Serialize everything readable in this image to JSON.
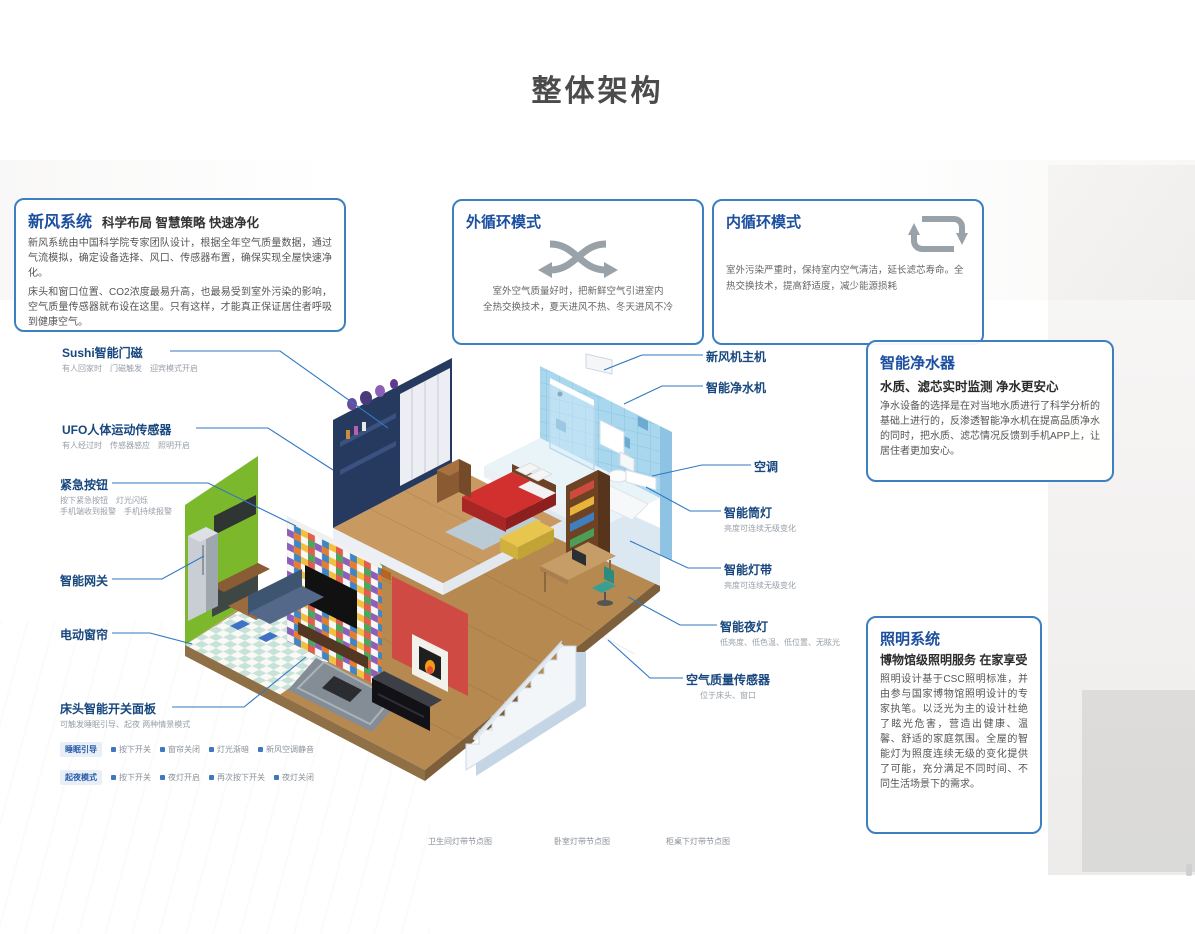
{
  "page": {
    "title": "整体架构"
  },
  "colors": {
    "accent": "#2f78c2",
    "box_border": "#3d7fc1",
    "title_blue": "#1c4fa0",
    "label_blue": "#17477e"
  },
  "icons": {
    "outer_loop_icon": "exchange-arrows",
    "inner_loop_icon": "cycle-arrows"
  },
  "boxes": {
    "fresh_air": {
      "title": "新风系统",
      "subtitle": "科学布局 智慧策略 快速净化",
      "para1": "新风系统由中国科学院专家团队设计，根据全年空气质量数据，通过气流模拟，确定设备选择、风口、传感器布置，确保实现全屋快速净化。",
      "para2": "床头和窗口位置、CO2浓度最易升高，也最易受到室外污染的影响，空气质量传感器就布设在这里。只有这样，才能真正保证居住者呼吸到健康空气。"
    },
    "outer_loop": {
      "title": "外循环模式",
      "desc1": "室外空气质量好时，把新鲜空气引进室内",
      "desc2": "全热交换技术，夏天进风不热、冬天进风不冷"
    },
    "inner_loop": {
      "title": "内循环模式",
      "desc": "室外污染严重时，保持室内空气清洁，延长滤芯寿命。全热交换技术，提高舒适度，减少能源损耗"
    },
    "water": {
      "title": "智能净水器",
      "subtitle": "水质、滤芯实时监测 净水更安心",
      "body": "净水设备的选择是在对当地水质进行了科学分析的基础上进行的，反渗透智能净水机在提高品质净水的同时，把水质、滤芯情况反馈到手机APP上，让居住者更加安心。"
    },
    "lighting": {
      "title": "照明系统",
      "subtitle": "博物馆级照明服务 在家享受",
      "body": "照明设计基于CSC照明标准，并由参与国家博物馆照明设计的专家执笔。以泛光为主的设计杜绝了眩光危害，营造出健康、温馨、舒适的家庭氛围。全屋的智能灯为照度连续无级的变化提供了可能，充分满足不同时间、不同生活场景下的需求。"
    }
  },
  "left_labels": [
    {
      "label": "Sushi智能门磁",
      "note1": "有人回家时　门磁触发　迎宾模式开启"
    },
    {
      "label": "UFO人体运动传感器",
      "note1": "有人经过时　传感器感应　照明开启"
    },
    {
      "label": "紧急按钮",
      "note1": "按下紧急按钮　灯光闪烁",
      "note2": "手机端收到报警　手机持续报警"
    },
    {
      "label": "智能网关"
    },
    {
      "label": "电动窗帘"
    },
    {
      "label": "床头智能开关面板",
      "note1": "可触发睡眠引导、起夜 两种情景模式"
    }
  ],
  "scenario_table": {
    "rows": [
      {
        "mode": "睡眠引导",
        "steps": [
          "按下开关",
          "窗帘关闭",
          "灯光渐暗",
          "新风空调静音"
        ]
      },
      {
        "mode": "起夜模式",
        "steps": [
          "按下开关",
          "夜灯开启",
          "再次按下开关",
          "夜灯关闭"
        ]
      }
    ]
  },
  "right_labels": [
    {
      "label": "新风机主机",
      "note": ""
    },
    {
      "label": "智能净水机",
      "note": ""
    },
    {
      "label": "空调",
      "note": ""
    },
    {
      "label": "智能筒灯",
      "note": "亮度可连续无级变化"
    },
    {
      "label": "智能灯带",
      "note": "亮度可连续无级变化"
    },
    {
      "label": "智能夜灯",
      "note": "低亮度、低色温、低位置、无眩光"
    },
    {
      "label": "空气质量传感器",
      "note": "位于床头、窗口"
    }
  ],
  "bottom_captions": [
    "卫生间灯带节点图",
    "卧室灯带节点图",
    "柜桌下灯带节点图"
  ]
}
